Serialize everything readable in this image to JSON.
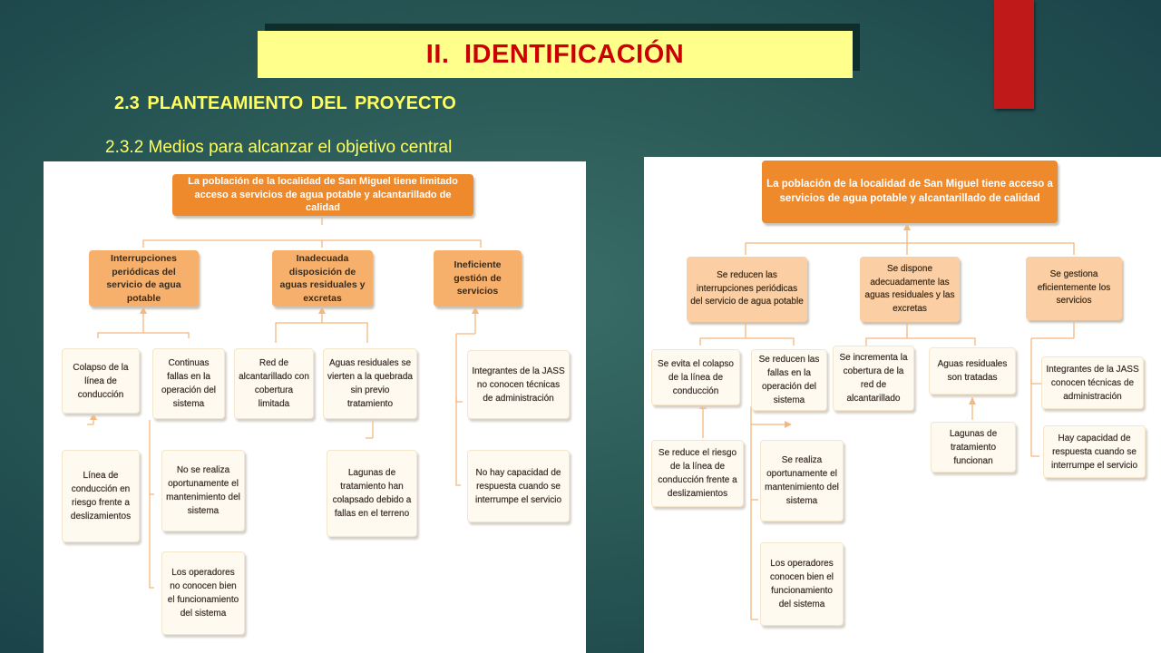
{
  "slide": {
    "title": "II.  IDENTIFICACIÓN",
    "subtitle": "2.3  PLANTEAMIENTO DEL PROYECTO",
    "subtitle2": "2.3.2 Medios para alcanzar el objetivo central"
  },
  "colors": {
    "title_text": "#cc0000",
    "title_bg": "#ffff8c",
    "subtitle_text": "#ffff60",
    "main_node": "#ee8a2c",
    "cause_node": "#f6b06c",
    "cause_node_light": "#fbcfa3",
    "leaf_node": "#fffaf0",
    "connector": "#f5b87c"
  },
  "problem_tree": {
    "main": "La población de la localidad de San Miguel tiene limitado acceso a servicios de agua potable y alcantarillado de calidad",
    "causes": [
      "Interrupciones periódicas del servicio de agua potable",
      "Inadecuada disposición de aguas residuales y excretas",
      "Ineficiente gestión de servicios"
    ],
    "leaves": [
      "Colapso de la línea de conducción",
      "Continuas fallas en la operación del sistema",
      "Red de alcantarillado con cobertura limitada",
      "Aguas residuales se vierten a la quebrada sin previo tratamiento",
      "Integrantes de la JASS no conocen técnicas de administración",
      "Línea de conducción en riesgo frente a deslizamientos",
      "No se realiza oportunamente el mantenimiento del sistema",
      "Los operadores no conocen bien el funcionamiento del sistema",
      "Lagunas de tratamiento han colapsado debido a fallas en el terreno",
      "No hay capacidad de respuesta cuando se interrumpe el servicio"
    ]
  },
  "objective_tree": {
    "main": "La población de la localidad de San Miguel tiene acceso a servicios de agua potable y alcantarillado de calidad",
    "causes": [
      "Se reducen las interrupciones periódicas del servicio de agua potable",
      "Se dispone adecuadamente las aguas residuales y las excretas",
      "Se gestiona eficientemente los servicios"
    ],
    "leaves": [
      "Se evita el colapso de la línea de conducción",
      "Se reducen las fallas en la operación del sistema",
      "Se incrementa la cobertura de la red de alcantarillado",
      "Aguas residuales son tratadas",
      "Integrantes de la JASS conocen técnicas de administración",
      "Se reduce el riesgo de la línea de conducción frente a deslizamientos",
      "Se realiza oportunamente el mantenimiento del sistema",
      "Los operadores conocen bien el funcionamiento del sistema",
      "Lagunas de tratamiento funcionan",
      "Hay capacidad de respuesta cuando se interrumpe el servicio"
    ]
  }
}
